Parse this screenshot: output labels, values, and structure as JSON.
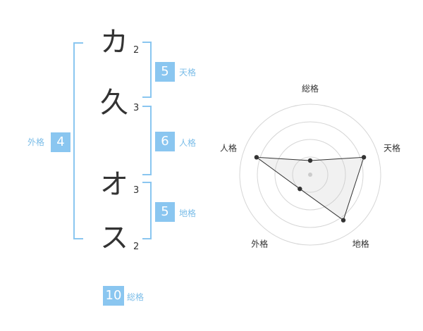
{
  "name_chars": [
    {
      "char": "カ",
      "strokes": "2"
    },
    {
      "char": "久",
      "strokes": "3"
    },
    {
      "char": "オ",
      "strokes": "3"
    },
    {
      "char": "ス",
      "strokes": "2"
    }
  ],
  "kakusu": {
    "tenkaku": {
      "value": "5",
      "label": "天格"
    },
    "jinkaku": {
      "value": "6",
      "label": "人格"
    },
    "chikaku": {
      "value": "5",
      "label": "地格"
    },
    "gaikaku": {
      "value": "4",
      "label": "外格"
    },
    "soukaku": {
      "value": "10",
      "label": "総格"
    }
  },
  "colors": {
    "accent": "#8ac6f0",
    "accent_text": "#7bbde8",
    "ink": "#333333"
  },
  "chart_data": {
    "type": "radar",
    "axes": [
      "総格",
      "天格",
      "地格",
      "外格",
      "人格"
    ],
    "values": [
      0.2,
      0.8,
      0.8,
      0.25,
      0.8
    ],
    "max": 1,
    "rings": 4
  }
}
